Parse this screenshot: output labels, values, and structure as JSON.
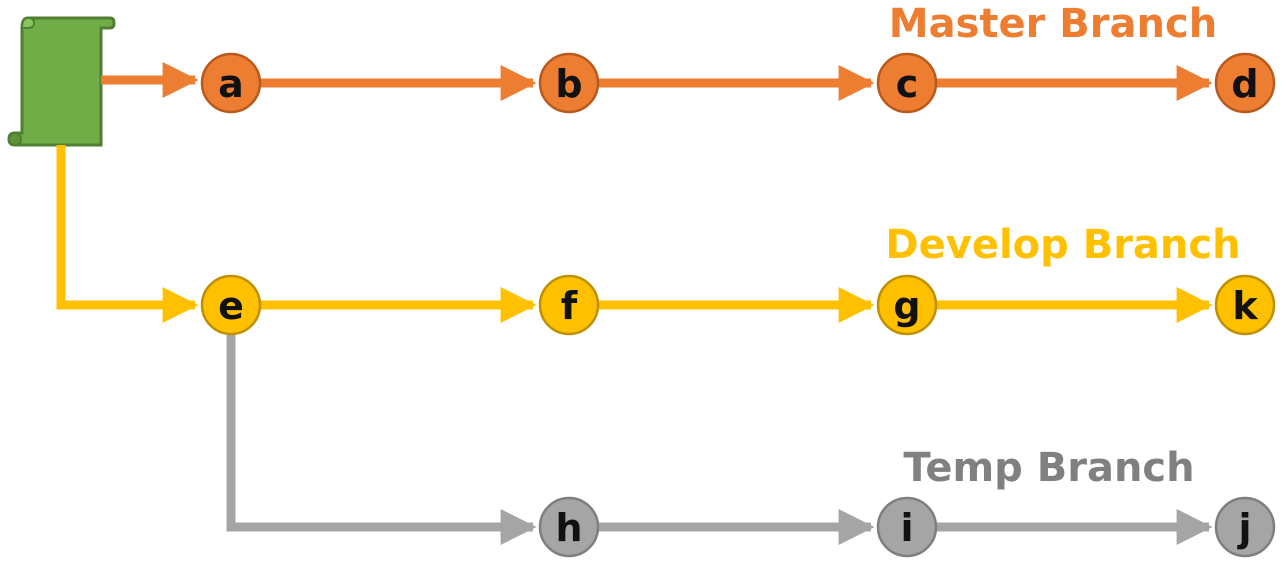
{
  "colors": {
    "master": "#ED7D31",
    "master_stroke": "#B85A1E",
    "develop": "#FFC000",
    "develop_stroke": "#BF9000",
    "temp": "#A5A5A5",
    "temp_stroke": "#7F7F7F",
    "temp_label": "#808080",
    "scroll_fill": "#70AD47",
    "scroll_stroke": "#507E32"
  },
  "repository": {
    "icon": "scroll-icon"
  },
  "branches": [
    {
      "key": "master",
      "label": "Master Branch",
      "nodes": [
        "a",
        "b",
        "c",
        "d"
      ]
    },
    {
      "key": "develop",
      "label": "Develop Branch",
      "nodes": [
        "e",
        "f",
        "g",
        "k"
      ]
    },
    {
      "key": "temp",
      "label": "Temp Branch",
      "nodes": [
        "h",
        "i",
        "j"
      ]
    }
  ]
}
